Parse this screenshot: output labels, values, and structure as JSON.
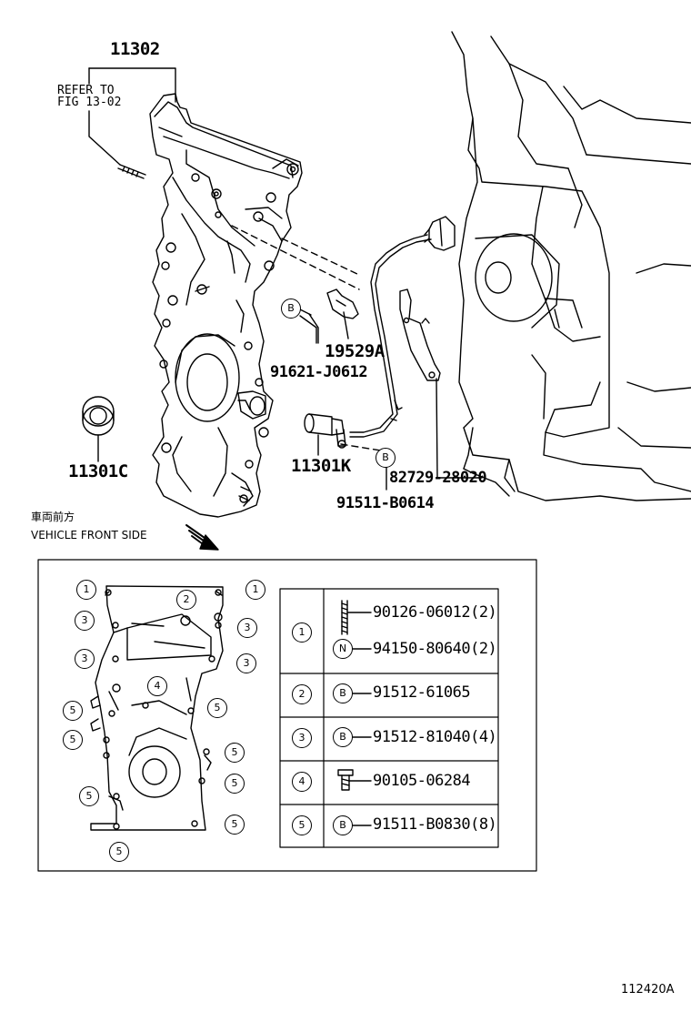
{
  "labels": {
    "p11302": "11302",
    "refer_line1": "REFER TO",
    "refer_line2": "FIG 13-02",
    "p19529a": "19529A",
    "p91621": "91621-J0612",
    "p11301c": "11301C",
    "p11301k": "11301K",
    "p82729": "82729-28020",
    "p91511": "91511-B0614",
    "b_callout_1": "B",
    "b_callout_2": "B"
  },
  "front_note": {
    "jp": "車両前方",
    "en": "VEHICLE FRONT SIDE"
  },
  "callouts": {
    "c1": "1",
    "c2": "2",
    "c3": "3",
    "c4": "4",
    "c5": "5"
  },
  "table": {
    "rows": [
      {
        "key": "1",
        "items": [
          {
            "symbol": "",
            "part": "90126-06012(2)"
          },
          {
            "symbol": "N",
            "part": "94150-80640(2)"
          }
        ]
      },
      {
        "key": "2",
        "items": [
          {
            "symbol": "B",
            "part": "91512-61065"
          }
        ]
      },
      {
        "key": "3",
        "items": [
          {
            "symbol": "B",
            "part": "91512-81040(4)"
          }
        ]
      },
      {
        "key": "4",
        "items": [
          {
            "symbol": "",
            "part": "90105-06284"
          }
        ]
      },
      {
        "key": "5",
        "items": [
          {
            "symbol": "B",
            "part": "91511-B0830(8)"
          }
        ]
      }
    ]
  },
  "figure_id": "112420A"
}
